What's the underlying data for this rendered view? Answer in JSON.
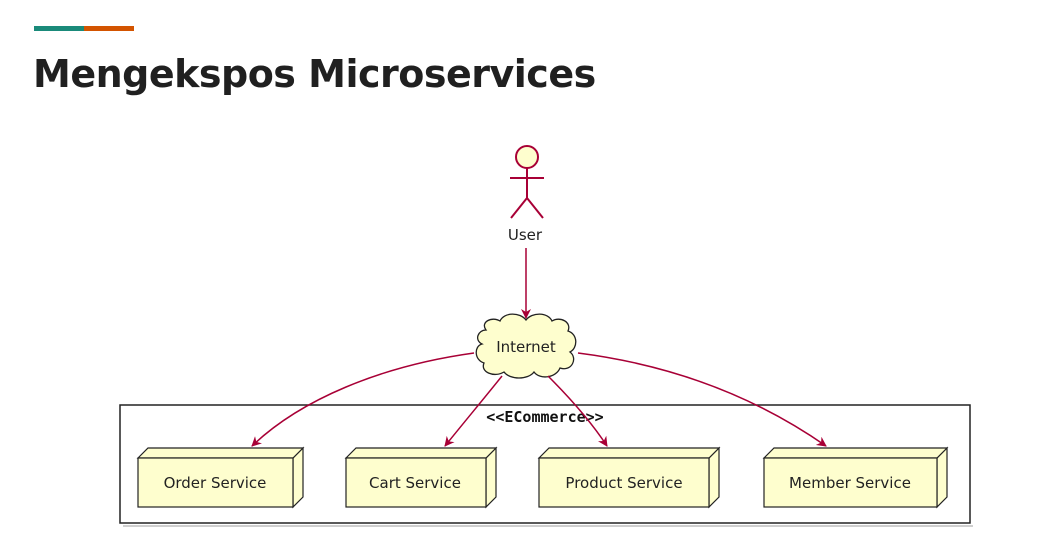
{
  "slide": {
    "title": "Mengekspos Microservices",
    "accent_colors": [
      "#1a8a7a",
      "#d35400"
    ]
  },
  "diagram": {
    "actor": {
      "label": "User"
    },
    "cloud": {
      "label": "Internet"
    },
    "package": {
      "label": "<<ECommerce>>"
    },
    "nodes": [
      {
        "label": "Order Service"
      },
      {
        "label": "Cart Service"
      },
      {
        "label": "Product Service"
      },
      {
        "label": "Member Service"
      }
    ],
    "colors": {
      "fill": "#fefece",
      "stroke": "#a80036",
      "border": "#222222"
    }
  }
}
